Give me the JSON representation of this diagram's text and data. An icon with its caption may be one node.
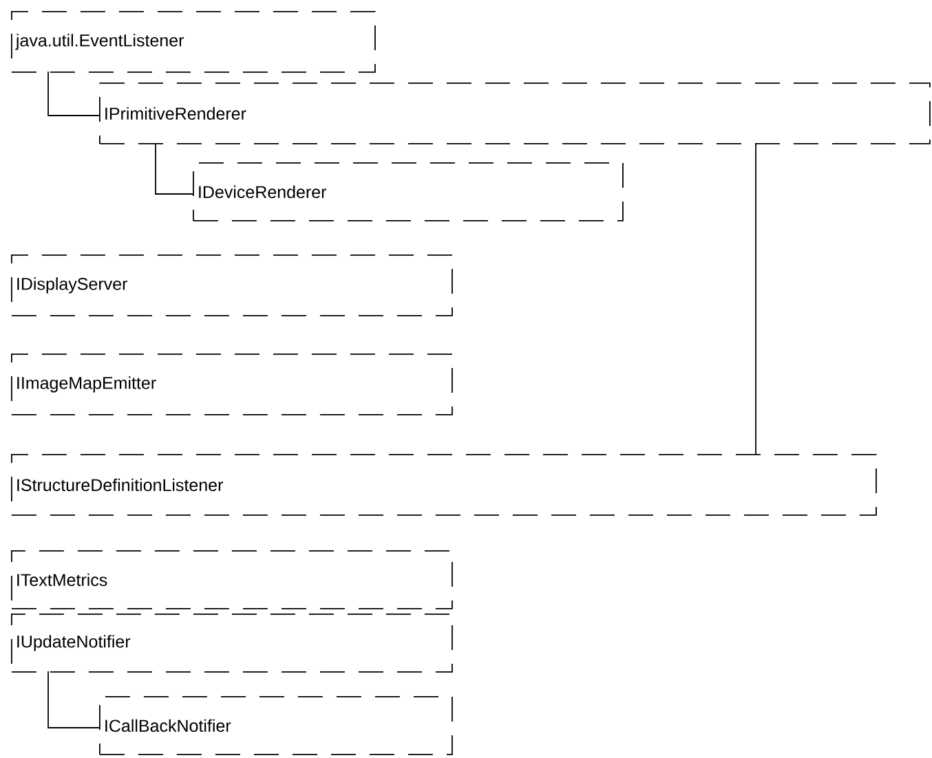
{
  "diagram": {
    "nodes": [
      {
        "text": [
          "java.util.EventListener"
        ]
      },
      {
        "text": [
          "IPrimitiveRenderer"
        ]
      },
      {
        "text": [
          "IDeviceRenderer"
        ]
      },
      {
        "text": [
          "IDisplayServer"
        ]
      },
      {
        "text": [
          "IImageMapEmitter"
        ]
      },
      {
        "text": [
          "IStructureDefinitionListener"
        ]
      },
      {
        "text": [
          "ITextMetrics"
        ]
      },
      {
        "text": [
          "IUpdateNotifier"
        ]
      },
      {
        "text": [
          "ICallBackNotifier"
        ]
      }
    ],
    "edges": [
      {
        "from": 0,
        "to": 1,
        "arrow": "none"
      },
      {
        "from": 1,
        "to": 2,
        "arrow": "none"
      },
      {
        "from": 1,
        "to": 5,
        "arrow": "none"
      },
      {
        "from": 7,
        "to": 8,
        "arrow": "none"
      }
    ]
  }
}
